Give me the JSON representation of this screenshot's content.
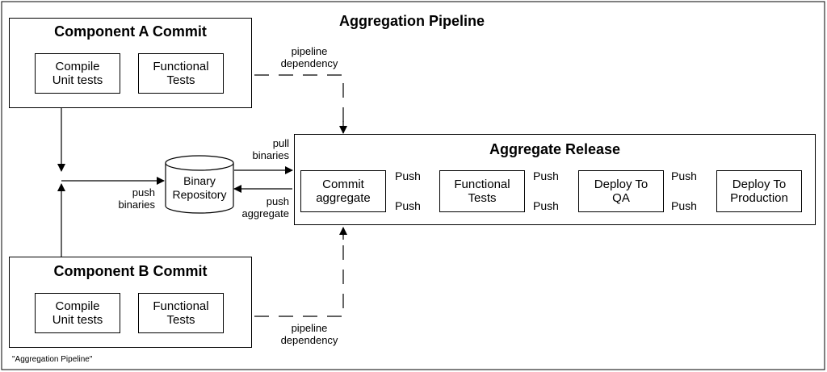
{
  "title": "Aggregation Pipeline",
  "component_a": {
    "title": "Component A Commit",
    "compile": "Compile\nUnit tests",
    "functional": "Functional\nTests"
  },
  "component_b": {
    "title": "Component B Commit",
    "compile": "Compile\nUnit tests",
    "functional": "Functional\nTests"
  },
  "repository": {
    "label": "Binary\nRepository"
  },
  "labels": {
    "pipeline_dependency_top": "pipeline\ndependency",
    "pipeline_dependency_bottom": "pipeline\ndependency",
    "pull_binaries": "pull\nbinaries",
    "push_aggregate": "push\naggregate",
    "push_binaries": "push\nbinaries"
  },
  "release": {
    "title": "Aggregate Release",
    "stages": [
      "Commit\naggregate",
      "Functional\nTests",
      "Deploy To\nQA",
      "Deploy To\nProduction"
    ],
    "push_label": "Push"
  },
  "caption": "\"Aggregation Pipeline\"",
  "colors": {
    "push_fill": "#c0c0c0",
    "border": "#000000",
    "background": "#ffffff"
  }
}
